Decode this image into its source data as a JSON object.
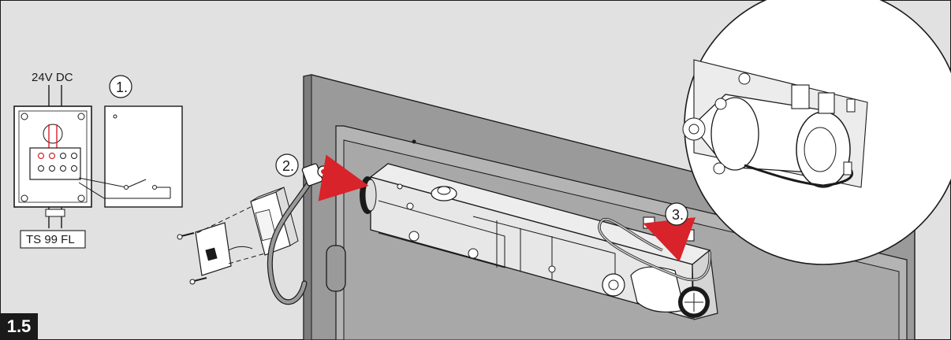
{
  "figure": {
    "number": "1.5"
  },
  "labels": {
    "voltage": "24V DC",
    "model": "TS 99 FL",
    "step1": "1.",
    "step2": "2.",
    "step3": "3."
  },
  "colors": {
    "panel_background": "#e1e1e1",
    "door_gray": "#9a9a9a",
    "door_frame_gray": "#b4b4b4",
    "accent_red": "#d8232a",
    "line": "#1a1a1a",
    "figure_badge": "#1a1a1a"
  }
}
